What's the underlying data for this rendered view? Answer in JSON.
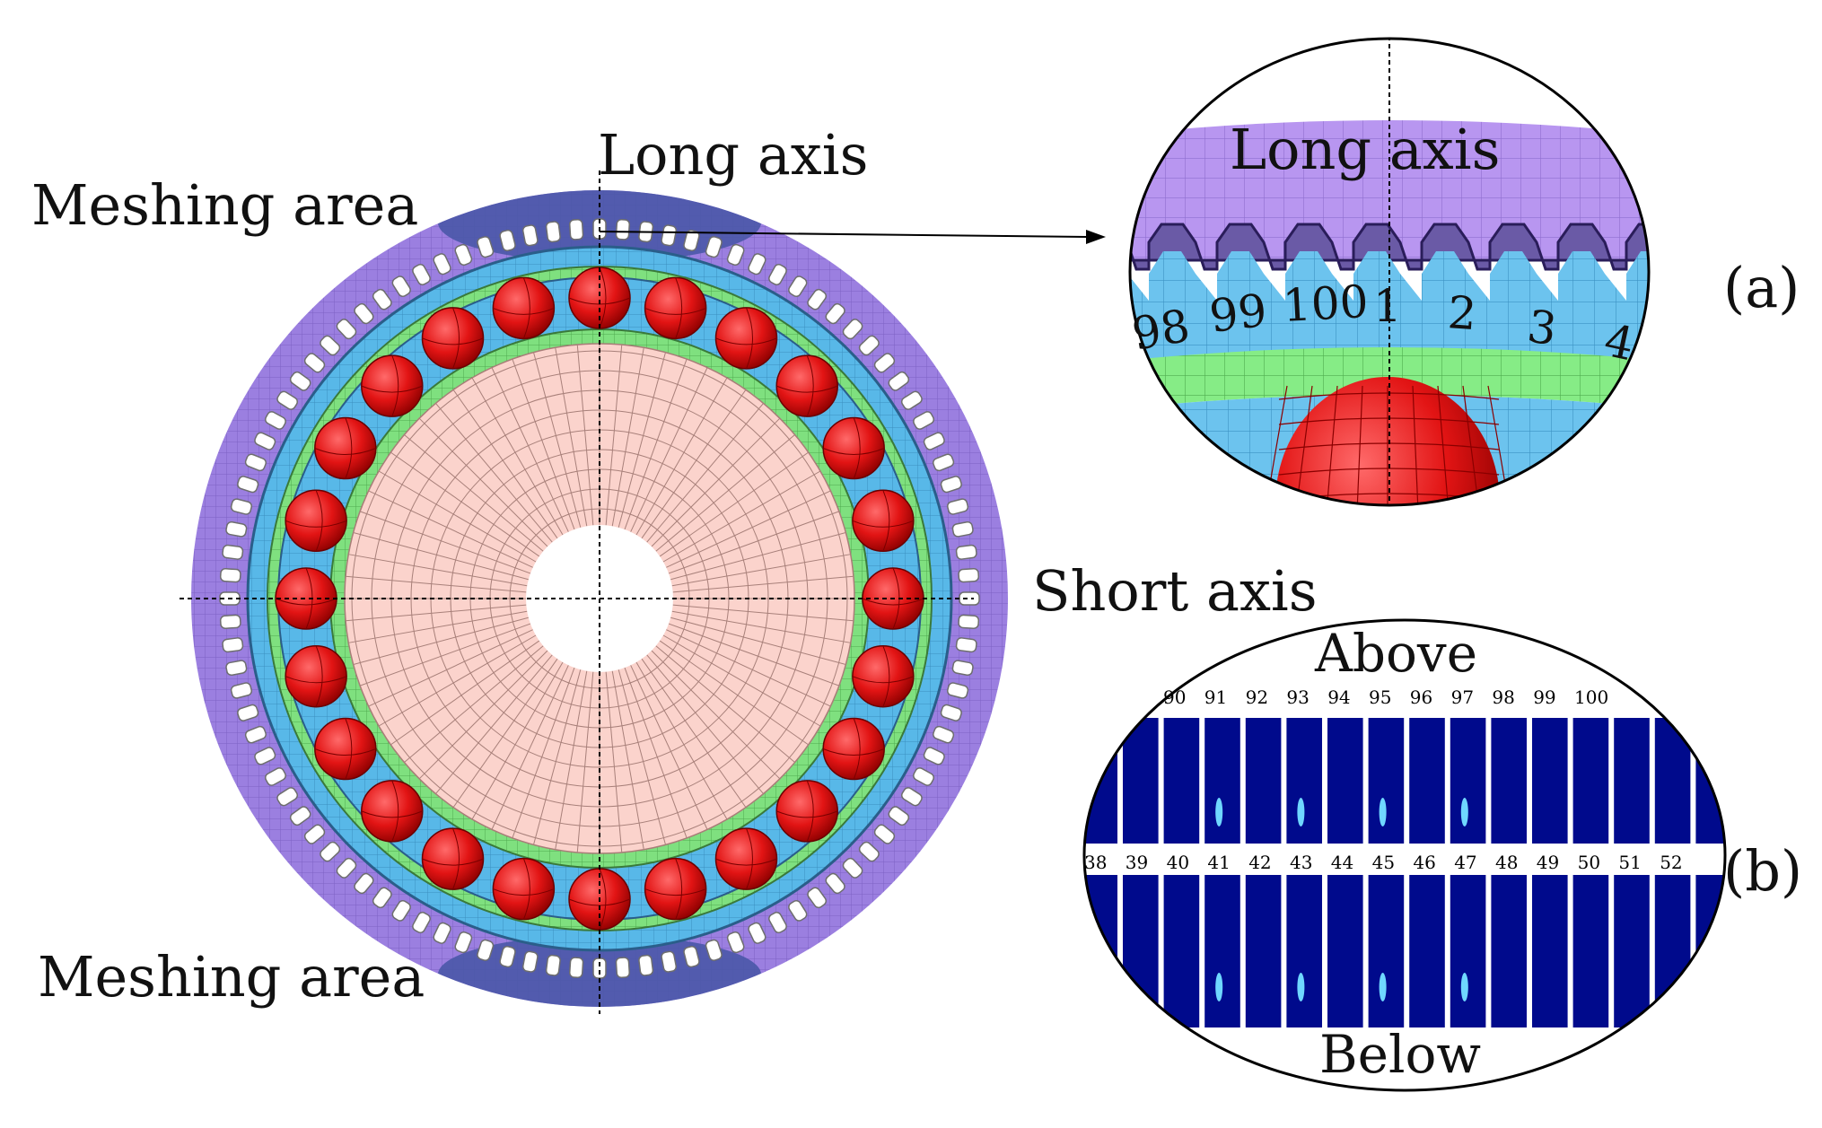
{
  "main_view": {
    "label_long_axis": "Long axis",
    "label_short_axis": "Short axis",
    "label_meshing_top": "Meshing area",
    "label_meshing_bottom": "Meshing area",
    "ball_count": 24,
    "colors": {
      "flexspline_outer": "#9b7fe0",
      "mesh_band": "#4a58a8",
      "teeth": "#ffffff",
      "bearing_race": "#58b8e8",
      "green_ring": "#7fe07f",
      "ball": "#e21414",
      "cam": "#fbd3cc",
      "axis_line": "#000000"
    }
  },
  "inset_a": {
    "label": "(a)",
    "title": "Long axis",
    "tooth_numbers": [
      "98",
      "99",
      "100",
      "1",
      "2",
      "3",
      "4"
    ],
    "colors": {
      "outer": "#b896f0",
      "inner_teeth": "#6cc3ee",
      "green": "#86ec86",
      "ball": "#ee1a1a"
    }
  },
  "inset_b": {
    "label": "(b)",
    "title_above": "Above",
    "title_below": "Below",
    "top_row_numbers": [
      "90",
      "91",
      "92",
      "93",
      "94",
      "95",
      "96",
      "97",
      "98",
      "99",
      "100"
    ],
    "bottom_row_numbers": [
      "38",
      "39",
      "40",
      "41",
      "42",
      "43",
      "44",
      "45",
      "46",
      "47",
      "48",
      "49",
      "50",
      "51",
      "52"
    ],
    "colors": {
      "contact_bg": "#000a8c",
      "contact_hot": "#6fd7ff"
    }
  }
}
